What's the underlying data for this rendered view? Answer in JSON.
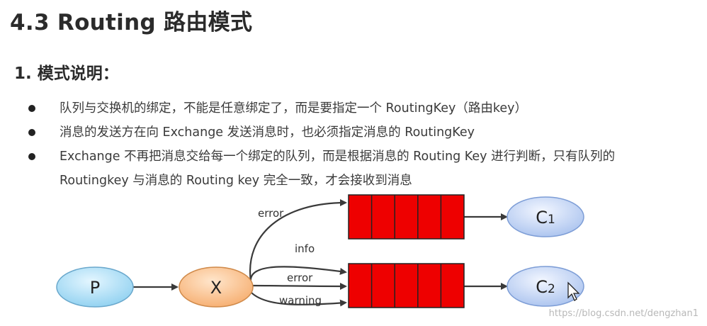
{
  "title": "4.3 Routing 路由模式",
  "section": "1. 模式说明：",
  "bullets": [
    {
      "text": "队列与交换机的绑定，不能是任意绑定了，而是要指定一个 RoutingKey（路由key）"
    },
    {
      "text": "消息的发送方在向 Exchange 发送消息时，也必须指定消息的 RoutingKey"
    },
    {
      "text": "Exchange 不再把消息交给每一个绑定的队列，而是根据消息的 Routing Key 进行判断，只有队列的",
      "cont": "Routingkey 与消息的 Routing key 完全一致，才会接收到消息"
    }
  ],
  "diagram": {
    "producer": "P",
    "exchange": "X",
    "consumers": [
      {
        "label": "C",
        "sub": "1"
      },
      {
        "label": "C",
        "sub": "2"
      }
    ],
    "bindings": [
      "error",
      "info",
      "error",
      "warning"
    ],
    "colors": {
      "producer_fill": "#8ed0f0",
      "exchange_fill": "#f7b67a",
      "consumer_fill": "#b9cdf0",
      "queue_fill": "#ee0000"
    }
  },
  "watermark": "https://blog.csdn.net/dengzhan1"
}
